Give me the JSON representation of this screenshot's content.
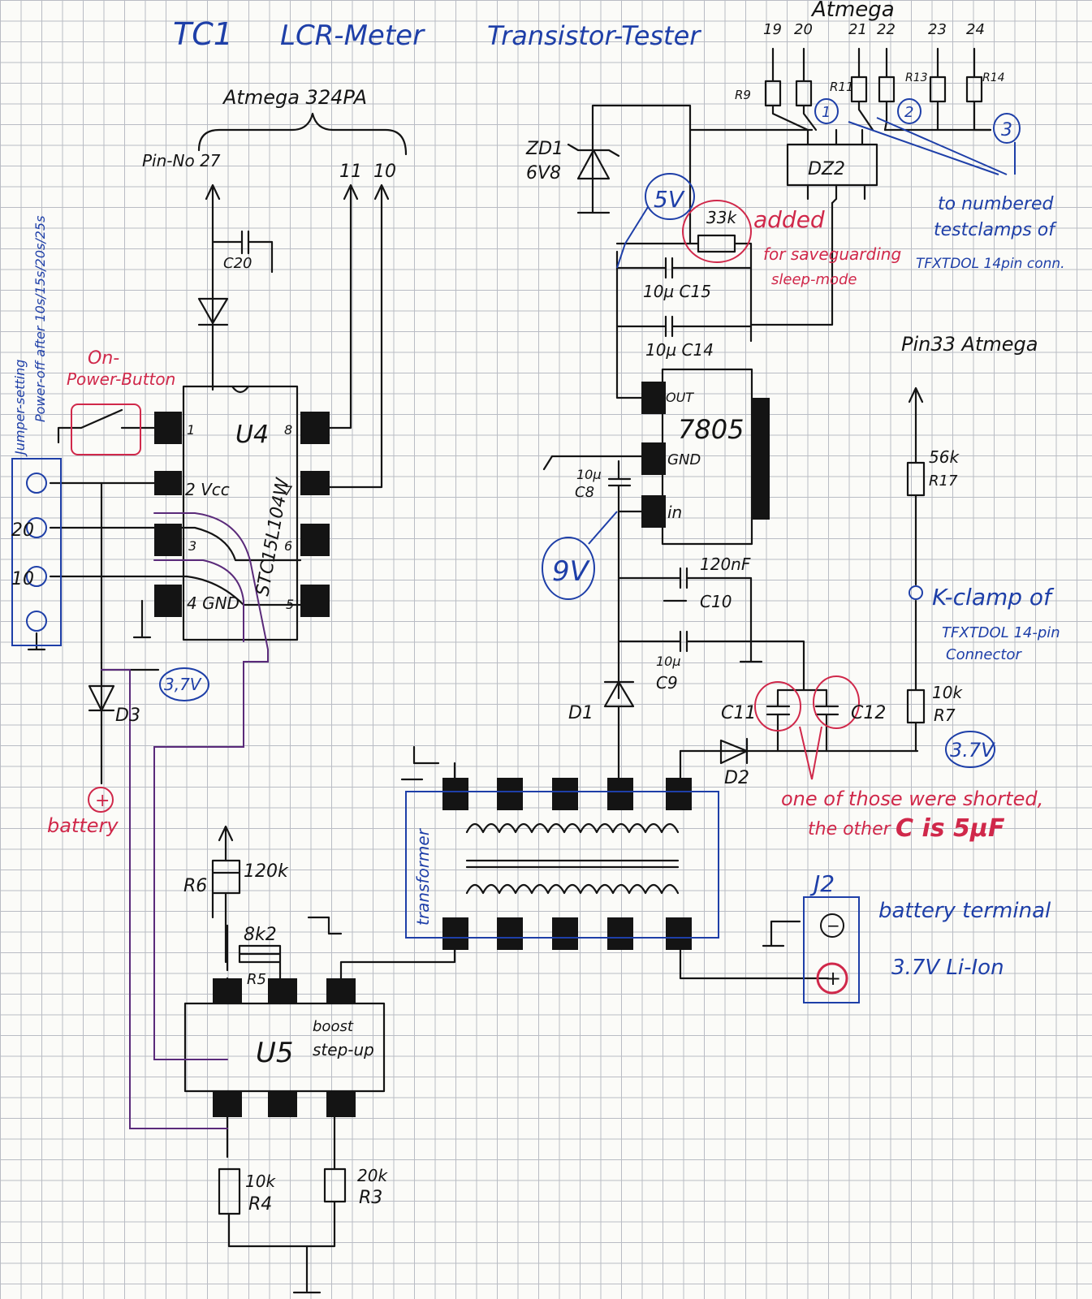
{
  "title": {
    "part1": "TC1",
    "part2": "LCR-Meter",
    "part3": "Transistor-Tester"
  },
  "labels": {
    "atmega_top": "Atmega",
    "atmega_324": "Atmega 324PA",
    "pin27": "Pin-No 27",
    "pin11": "11",
    "pin10": "10",
    "pins_top": [
      "19",
      "20",
      "21",
      "22",
      "23",
      "24"
    ],
    "r9": "R9",
    "r11": "R11",
    "r13": "R13",
    "r14": "R14",
    "dz2": "DZ2",
    "zd1_a": "ZD1",
    "zd1_b": "6V8",
    "c1": "1",
    "c2": "2",
    "c3": "3",
    "to_numbered": [
      "to numbered",
      "testclamps of",
      "TFXTDOL 14pin conn."
    ],
    "v5": "5V",
    "r33k": "33k",
    "added": "added",
    "safeguard": [
      "for saveguarding",
      "sleep-mode"
    ],
    "c20": "C20",
    "c15": "10µ C15",
    "c14": "10µ C14",
    "pin33": "Pin33 Atmega",
    "on_button": [
      "On-",
      "Power-Button"
    ],
    "jumper_side": [
      "Jumper-setting",
      "Power-off after 10s/15s/20s/25s"
    ],
    "u4": "U4",
    "u4_part": "STC15L104W",
    "vcc": "2 Vcc",
    "gnd4": "4 GND",
    "pin1": "1",
    "pin3": "3",
    "pin5": "5",
    "pin6": "6",
    "pin7": "7",
    "pin8": "8",
    "j20": "20",
    "j10": "10",
    "reg": "7805",
    "reg_out": "OUT",
    "reg_gnd": "GND",
    "reg_in": "in",
    "c8": [
      "10µ",
      "C8"
    ],
    "v9": "9V",
    "r56k": [
      "56k",
      "R17"
    ],
    "kclamp": [
      "K-clamp of",
      "TFXTDOL 14-pin",
      "Connector"
    ],
    "c120n": "120nF",
    "c10": "C10",
    "c9": [
      "10µ",
      "C9"
    ],
    "v37a": "3,7V",
    "d3": "D3",
    "battery_plus": "+",
    "battery": "battery",
    "d1": "D1",
    "c11": "C11",
    "c12": "C12",
    "r10k_7": [
      "10k",
      "R7"
    ],
    "v37b": "3.7V",
    "d2": "D2",
    "shorted": [
      "one of those were shorted,",
      "the other",
      "C is 5µF"
    ],
    "transformer": "transformer",
    "r6": "R6",
    "r120k": "120k",
    "r5_val": "8k2",
    "r5": "R5",
    "u5": "U5",
    "boost": [
      "boost",
      "step-up"
    ],
    "j2": "J2",
    "minus": "−",
    "plus": "+",
    "batt_terminal": [
      "battery terminal",
      "3.7V Li-Ion"
    ],
    "r4": [
      "10k",
      "R4"
    ],
    "r3": [
      "20k",
      "R3"
    ]
  },
  "colors": {
    "ink": "#141414",
    "blue": "#1e3fa8",
    "red": "#d0284a",
    "purple": "#5a2a7a"
  }
}
